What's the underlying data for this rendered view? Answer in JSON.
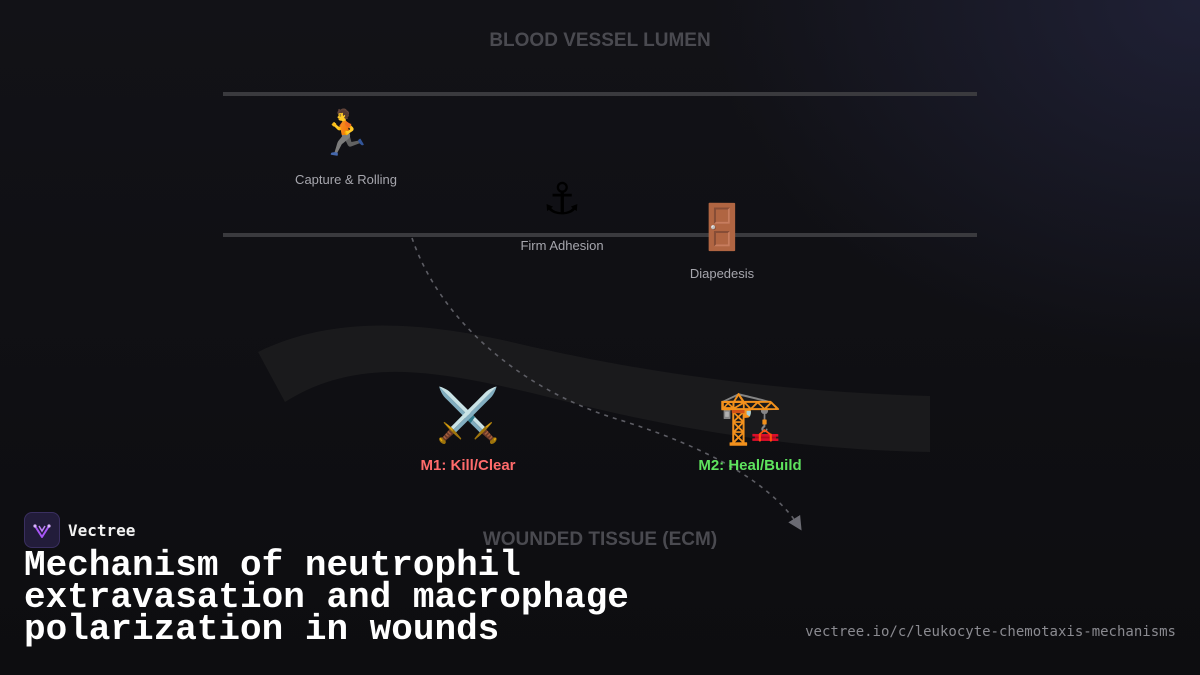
{
  "diagram": {
    "top_zone_label": "BLOOD VESSEL LUMEN",
    "bottom_zone_label": "WOUNDED TISSUE (ECM)",
    "steps": [
      {
        "icon": "running-person-icon",
        "emoji": "🏃",
        "label": "Capture & Rolling"
      },
      {
        "icon": "anchor-icon",
        "emoji": "⚓",
        "label": "Firm Adhesion"
      },
      {
        "icon": "door-icon",
        "emoji": "🚪",
        "label": "Diapedesis"
      }
    ],
    "outcomes": [
      {
        "icon": "crossed-swords-icon",
        "emoji": "⚔️",
        "label": "M1: Kill/Clear",
        "color": "#ff6b6b"
      },
      {
        "icon": "construction-crane-icon",
        "emoji": "🏗️",
        "label": "M2: Heal/Build",
        "color": "#5ee35e"
      }
    ]
  },
  "brand": {
    "name": "Vectree",
    "logo_color": "#a855f7"
  },
  "title": "Mechanism of neutrophil extravasation and macrophage polarization in wounds",
  "url": "vectree.io/c/leukocyte-chemotaxis-mechanisms"
}
